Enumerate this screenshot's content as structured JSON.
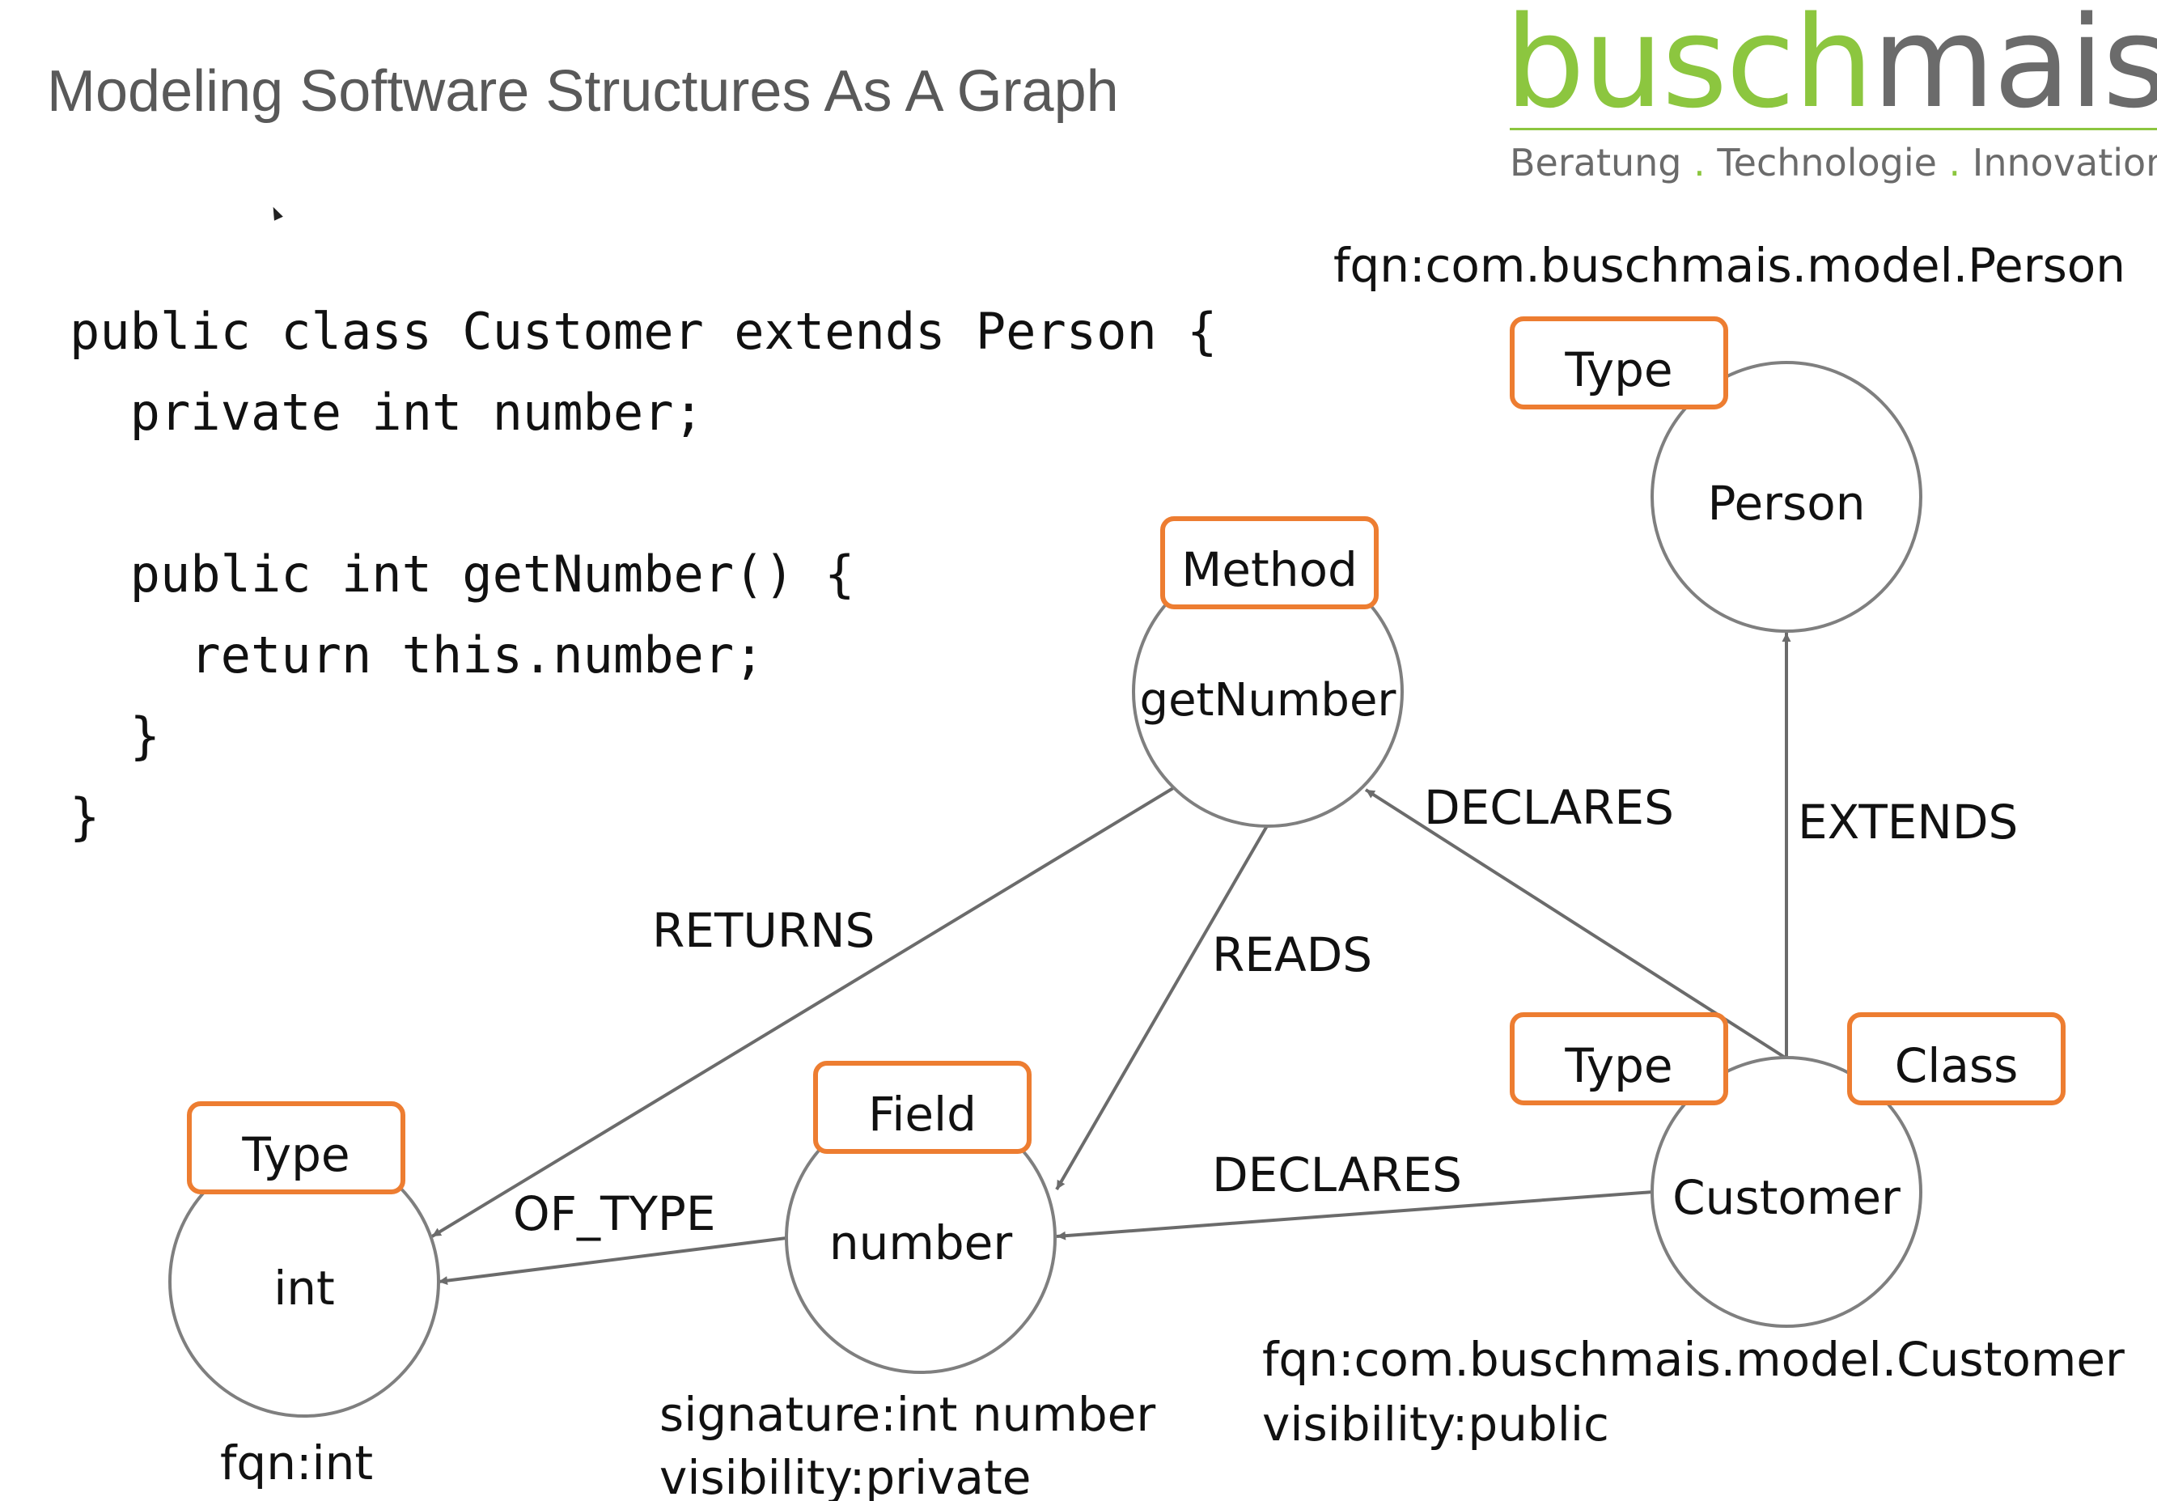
{
  "slide": {
    "title": "Modeling Software Structures As A Graph"
  },
  "logo": {
    "word_part1": "busch",
    "word_part2": "mais",
    "tagline_1": "Beratung",
    "tagline_2": "Technologie",
    "tagline_3": "Innovation",
    "tagline_separator": ".",
    "colors": {
      "green": "#8cc63f",
      "gray": "#6b6b6b"
    }
  },
  "code": {
    "lines": [
      "public class Customer extends Person {",
      "  private int number;",
      "",
      "  public int getNumber() {",
      "    return this.number;",
      "  }",
      "}"
    ]
  },
  "graph": {
    "label_color": "#ed7d31",
    "node_stroke_color": "#7f7f7f",
    "nodes": {
      "person": {
        "text": "Person",
        "labels": [
          "Type"
        ],
        "props": [
          "fqn:com.buschmais.model.Person"
        ]
      },
      "getnumber": {
        "text": "getNumber",
        "labels": [
          "Method"
        ],
        "props": []
      },
      "customer": {
        "text": "Customer",
        "labels": [
          "Type",
          "Class"
        ],
        "props": [
          "fqn:com.buschmais.model.Customer",
          "visibility:public"
        ]
      },
      "number": {
        "text": "number",
        "labels": [
          "Field"
        ],
        "props": [
          "signature:int number",
          "visibility:private"
        ]
      },
      "int": {
        "text": "int",
        "labels": [
          "Type"
        ],
        "props": [
          "fqn:int"
        ]
      }
    },
    "edges": [
      {
        "type": "EXTENDS",
        "from": "Customer",
        "to": "Person"
      },
      {
        "type": "DECLARES",
        "from": "Customer",
        "to": "getNumber"
      },
      {
        "type": "DECLARES",
        "from": "Customer",
        "to": "number"
      },
      {
        "type": "RETURNS",
        "from": "getNumber",
        "to": "int"
      },
      {
        "type": "READS",
        "from": "getNumber",
        "to": "number"
      },
      {
        "type": "OF_TYPE",
        "from": "number",
        "to": "int"
      }
    ]
  }
}
